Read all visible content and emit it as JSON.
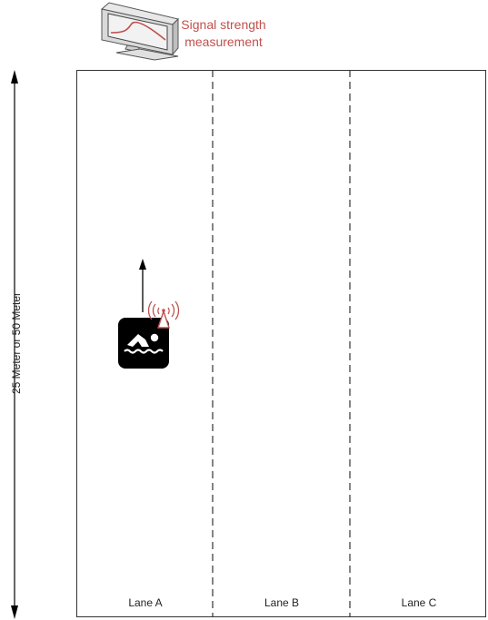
{
  "monitor": {
    "icon": "monitor-icon",
    "label_line1": "Signal strength",
    "label_line2": "measurement"
  },
  "pool": {
    "length_label": "25 Meter or 50 Meter",
    "lanes": [
      {
        "label": "Lane A"
      },
      {
        "label": "Lane B"
      },
      {
        "label": "Lane C"
      }
    ]
  },
  "swimmer": {
    "icon": "swimmer-icon",
    "transmitter_icon": "antenna-icon",
    "direction_icon": "arrow-up-icon"
  },
  "colors": {
    "accent": "#c0504d",
    "line": "#333333",
    "swimmer_bg": "#000000"
  }
}
